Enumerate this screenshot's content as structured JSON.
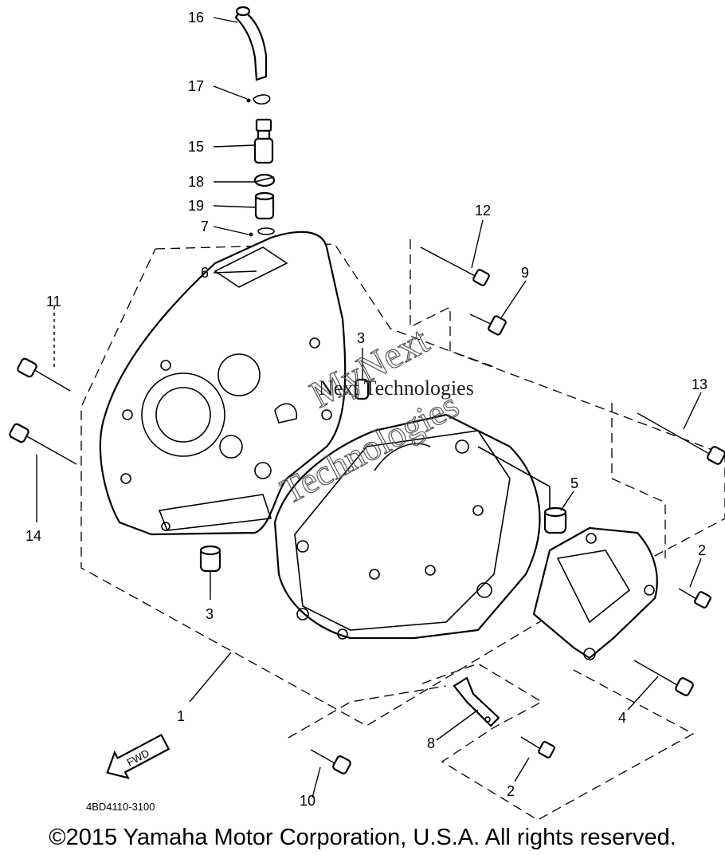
{
  "callouts": {
    "c16": "16",
    "c17": "17",
    "c15": "15",
    "c18": "18",
    "c19": "19",
    "c7": "7",
    "c6": "6",
    "c12": "12",
    "c9": "9",
    "c3a": "3",
    "c11": "11",
    "c13": "13",
    "c14": "14",
    "c5": "5",
    "c3b": "3",
    "c2a": "2",
    "c1": "1",
    "c4": "4",
    "c8": "8",
    "c10": "10",
    "c2b": "2"
  },
  "watermark": {
    "line1": "MyNext",
    "line2": "Technologies",
    "line3": "Next Technologies"
  },
  "fwd_label": "FWD",
  "diagram_code": "4BD4110-3100",
  "copyright": "©2015 Yamaha Motor Corporation, U.S.A. All rights reserved."
}
